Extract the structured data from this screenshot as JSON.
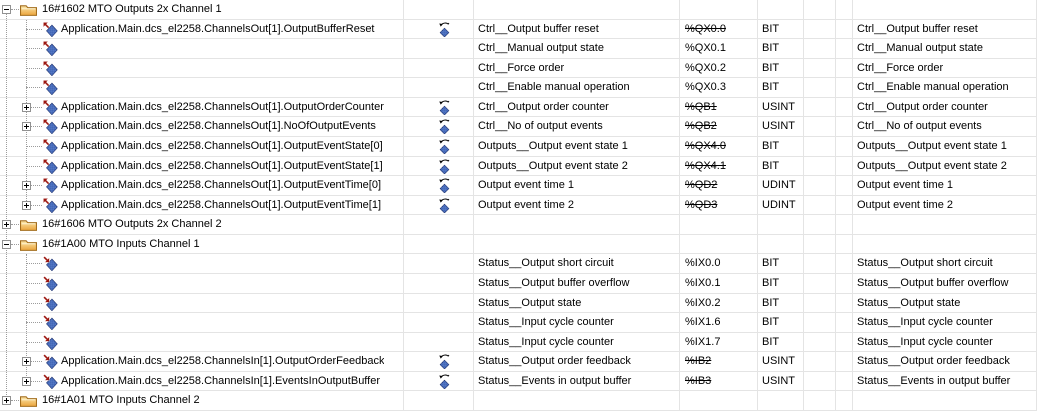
{
  "app": {
    "title": "PLC I/O channel mapping table (EL2258 multi-timestamp terminal)"
  },
  "colors": {
    "grid_line": "#e4e4e4",
    "tree_line": "#9c9c9c",
    "text": "#000000",
    "background": "#ffffff",
    "diamond_blue_light": "#7ba0e4",
    "diamond_blue_dark": "#1a3d95",
    "arrow_red": "#9c1710",
    "folder_light": "#fce9ae",
    "folder_dark": "#eaa33b",
    "folder_outline": "#a36d1d"
  },
  "icons": {
    "folder": "folder-icon",
    "out": "output-variable-icon",
    "in": "input-variable-icon",
    "map": "mapping-icon"
  },
  "table": {
    "rows": [
      {
        "kind": "folder",
        "level": 0,
        "expander": "minus",
        "icon": "folder",
        "label": "16#1602 MTO Outputs 2x Channel 1"
      },
      {
        "kind": "var",
        "level": 1,
        "expander": null,
        "icon": "out",
        "variable": "Application.Main.dcs_el2258.ChannelsOut[1].OutputBufferReset",
        "mapped": true,
        "channel": "Ctrl__Output buffer reset",
        "address": "%QX0.0",
        "address_struck": true,
        "type": "BIT",
        "description": "Ctrl__Output buffer reset"
      },
      {
        "kind": "var",
        "level": 1,
        "expander": null,
        "icon": "out",
        "mapped": false,
        "channel": "Ctrl__Manual output state",
        "address": "%QX0.1",
        "address_struck": false,
        "type": "BIT",
        "description": "Ctrl__Manual output state"
      },
      {
        "kind": "var",
        "level": 1,
        "expander": null,
        "icon": "out",
        "mapped": false,
        "channel": "Ctrl__Force order",
        "address": "%QX0.2",
        "address_struck": false,
        "type": "BIT",
        "description": "Ctrl__Force order"
      },
      {
        "kind": "var",
        "level": 1,
        "expander": null,
        "icon": "out",
        "mapped": false,
        "channel": "Ctrl__Enable manual operation",
        "address": "%QX0.3",
        "address_struck": false,
        "type": "BIT",
        "description": "Ctrl__Enable manual operation"
      },
      {
        "kind": "var",
        "level": 1,
        "expander": "plus",
        "icon": "out",
        "variable": "Application.Main.dcs_el2258.ChannelsOut[1].OutputOrderCounter",
        "mapped": true,
        "channel": "Ctrl__Output order counter",
        "address": "%QB1",
        "address_struck": true,
        "type": "USINT",
        "description": "Ctrl__Output order counter"
      },
      {
        "kind": "var",
        "level": 1,
        "expander": "plus",
        "icon": "out",
        "variable": "Application.Main.dcs_el2258.ChannelsOut[1].NoOfOutputEvents",
        "mapped": true,
        "channel": "Ctrl__No of output events",
        "address": "%QB2",
        "address_struck": true,
        "type": "USINT",
        "description": "Ctrl__No of output events"
      },
      {
        "kind": "var",
        "level": 1,
        "expander": null,
        "icon": "out",
        "variable": "Application.Main.dcs_el2258.ChannelsOut[1].OutputEventState[0]",
        "mapped": true,
        "channel": "Outputs__Output event state 1",
        "address": "%QX4.0",
        "address_struck": true,
        "type": "BIT",
        "description": "Outputs__Output event state 1"
      },
      {
        "kind": "var",
        "level": 1,
        "expander": null,
        "icon": "out",
        "variable": "Application.Main.dcs_el2258.ChannelsOut[1].OutputEventState[1]",
        "mapped": true,
        "channel": "Outputs__Output event state 2",
        "address": "%QX4.1",
        "address_struck": true,
        "type": "BIT",
        "description": "Outputs__Output event state 2"
      },
      {
        "kind": "var",
        "level": 1,
        "expander": "plus",
        "icon": "out",
        "variable": "Application.Main.dcs_el2258.ChannelsOut[1].OutputEventTime[0]",
        "mapped": true,
        "channel": "Output event time 1",
        "address": "%QD2",
        "address_struck": true,
        "type": "UDINT",
        "description": "Output event time 1"
      },
      {
        "kind": "var",
        "level": 1,
        "expander": "plus",
        "icon": "out",
        "variable": "Application.Main.dcs_el2258.ChannelsOut[1].OutputEventTime[1]",
        "mapped": true,
        "channel": "Output event time 2",
        "address": "%QD3",
        "address_struck": true,
        "type": "UDINT",
        "description": "Output event time 2"
      },
      {
        "kind": "folder",
        "level": 0,
        "expander": "plus",
        "icon": "folder",
        "label": "16#1606 MTO Outputs 2x Channel 2"
      },
      {
        "kind": "folder",
        "level": 0,
        "expander": "minus",
        "icon": "folder",
        "label": "16#1A00 MTO Inputs Channel 1"
      },
      {
        "kind": "var",
        "level": 1,
        "expander": null,
        "icon": "in",
        "mapped": false,
        "channel": "Status__Output short circuit",
        "address": "%IX0.0",
        "address_struck": false,
        "type": "BIT",
        "description": "Status__Output short circuit"
      },
      {
        "kind": "var",
        "level": 1,
        "expander": null,
        "icon": "in",
        "mapped": false,
        "channel": "Status__Output buffer overflow",
        "address": "%IX0.1",
        "address_struck": false,
        "type": "BIT",
        "description": "Status__Output buffer overflow"
      },
      {
        "kind": "var",
        "level": 1,
        "expander": null,
        "icon": "in",
        "mapped": false,
        "channel": "Status__Output state",
        "address": "%IX0.2",
        "address_struck": false,
        "type": "BIT",
        "description": "Status__Output state"
      },
      {
        "kind": "var",
        "level": 1,
        "expander": null,
        "icon": "in",
        "mapped": false,
        "channel": "Status__Input cycle counter",
        "address": "%IX1.6",
        "address_struck": false,
        "type": "BIT",
        "description": "Status__Input cycle counter"
      },
      {
        "kind": "var",
        "level": 1,
        "expander": null,
        "icon": "in",
        "mapped": false,
        "channel": "Status__Input cycle counter",
        "address": "%IX1.7",
        "address_struck": false,
        "type": "BIT",
        "description": "Status__Input cycle counter"
      },
      {
        "kind": "var",
        "level": 1,
        "expander": "plus",
        "icon": "in",
        "variable": "Application.Main.dcs_el2258.ChannelsIn[1].OutputOrderFeedback",
        "mapped": true,
        "channel": "Status__Output order feedback",
        "address": "%IB2",
        "address_struck": true,
        "type": "USINT",
        "description": "Status__Output order feedback"
      },
      {
        "kind": "var",
        "level": 1,
        "expander": "plus",
        "icon": "in",
        "variable": "Application.Main.dcs_el2258.ChannelsIn[1].EventsInOutputBuffer",
        "mapped": true,
        "channel": "Status__Events in output buffer",
        "address": "%IB3",
        "address_struck": true,
        "type": "USINT",
        "description": "Status__Events in output buffer"
      },
      {
        "kind": "folder",
        "level": 0,
        "expander": "plus",
        "icon": "folder",
        "label": "16#1A01 MTO Inputs Channel 2"
      }
    ],
    "column_divider_x": [
      403,
      473,
      679,
      757,
      803,
      835,
      852,
      1036
    ]
  }
}
